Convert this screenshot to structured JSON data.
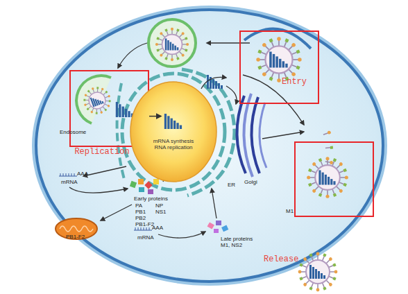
{
  "diagram": {
    "nodes": [
      {
        "text": [
          "Entry"
        ]
      },
      {
        "text": [
          "Replication"
        ]
      },
      {
        "text": [
          "mRNA synthesis RNA replication"
        ]
      }
    ],
    "edges": [
      {
        "from": 1,
        "to": 2,
        "arrow": "to"
      }
    ],
    "labels": [
      "Endosome",
      "AAA",
      "mRNA",
      "Early proteins",
      "PA",
      "NP",
      "PB1",
      "NS1",
      "PB2",
      "PB1-F2",
      "PB1-F2",
      "AAA",
      "mRNA",
      "Late proteins M1, NS2",
      "ER",
      "Golgi",
      "M1",
      "Release"
    ]
  }
}
